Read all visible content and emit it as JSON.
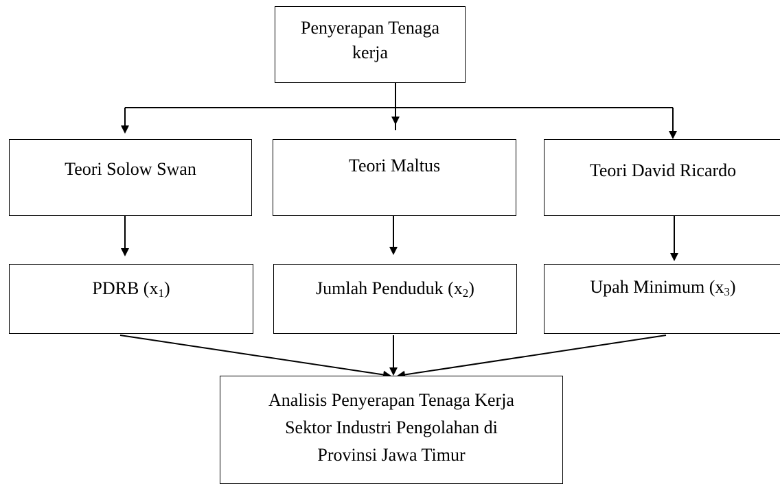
{
  "diagram": {
    "top": {
      "line1": "Penyerapan Tenaga",
      "line2": "kerja"
    },
    "theories": {
      "solow": "Teori Solow Swan",
      "maltus": "Teori Maltus",
      "ricardo": "Teori David Ricardo"
    },
    "variables": {
      "pdrb": {
        "label": "PDRB (x",
        "sub": "1",
        "close": ")"
      },
      "jumlah": {
        "label": "Jumlah Penduduk (x",
        "sub": "2",
        "close": ")"
      },
      "upah": {
        "label": "Upah Minimum (x",
        "sub": "3",
        "close": ")"
      }
    },
    "bottom": {
      "line1": "Analisis Penyerapan Tenaga Kerja",
      "line2": "Sektor Industri Pengolahan di",
      "line3": "Provinsi Jawa Timur"
    }
  }
}
